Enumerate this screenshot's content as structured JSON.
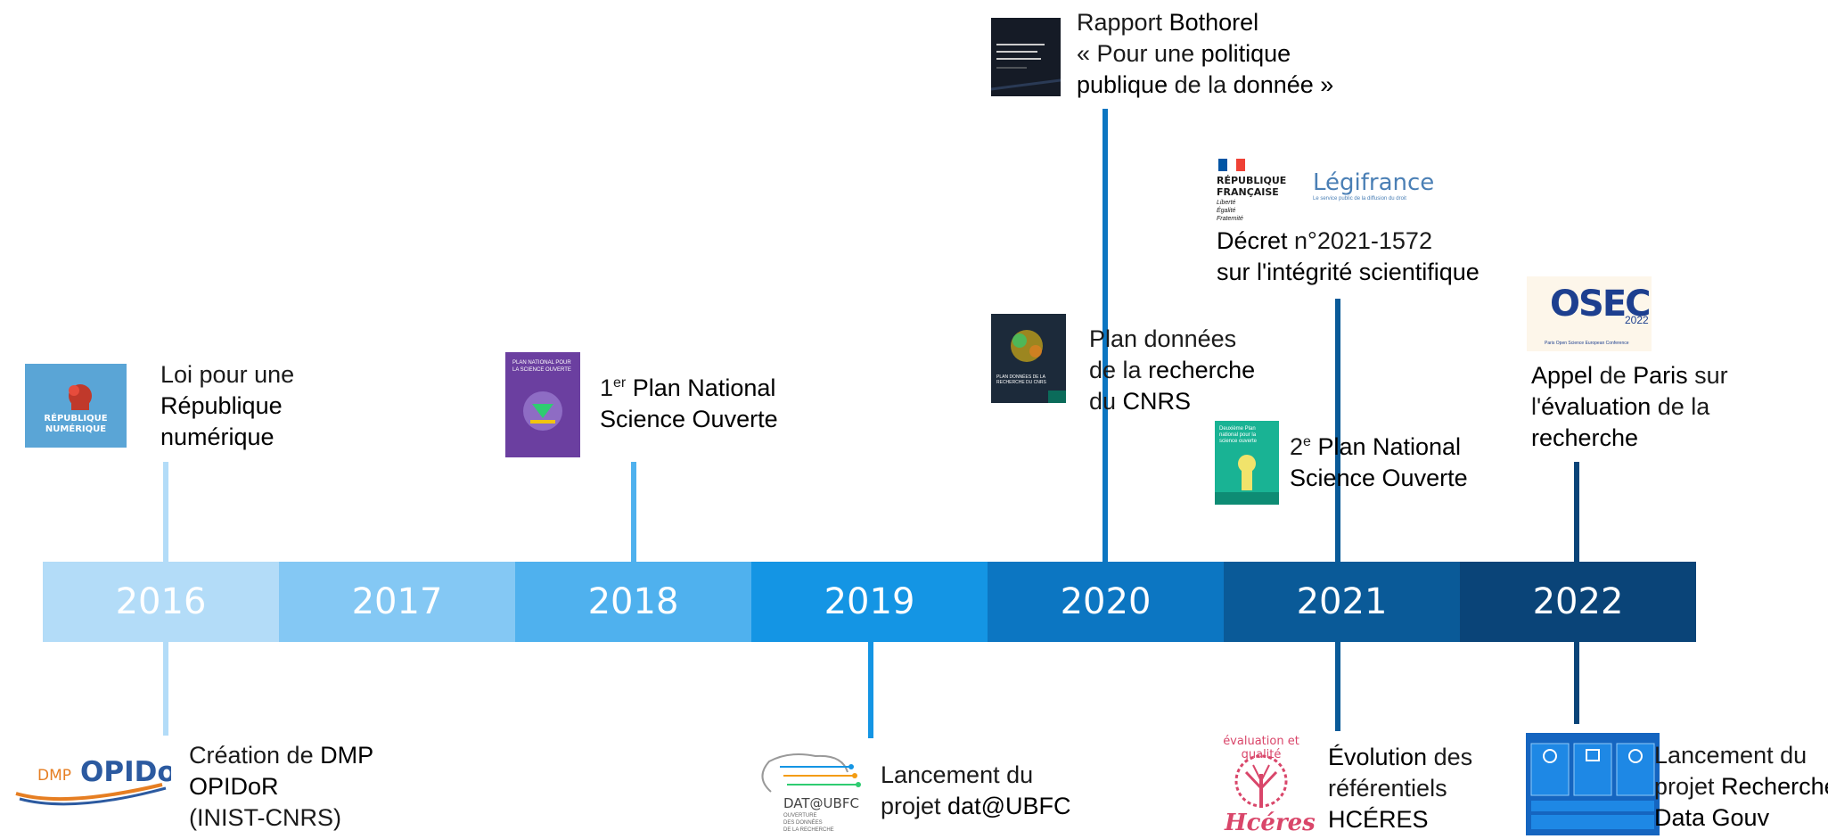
{
  "timeline": {
    "years": [
      {
        "label": "2016",
        "color": "#b3dcf8"
      },
      {
        "label": "2017",
        "color": "#84c8f4"
      },
      {
        "label": "2018",
        "color": "#4fb1ee"
      },
      {
        "label": "2019",
        "color": "#1495e4"
      },
      {
        "label": "2020",
        "color": "#0c76c2"
      },
      {
        "label": "2021",
        "color": "#0a5a98"
      },
      {
        "label": "2022",
        "color": "#0a4478"
      }
    ]
  },
  "events": {
    "e2016_top": {
      "line1": "Loi pour une",
      "line2": "République",
      "line3": "numérique",
      "logo_text": "RÉPUBLIQUE NUMÉRIQUE"
    },
    "e2016_bottom": {
      "line1_a": "Création de ",
      "line1_b": "DMP",
      "line2": "OPIDoR",
      "line3": "(INIST-CNRS)",
      "logo_text_small": "DMP",
      "logo_text_big": "OPIDoR"
    },
    "e2018_top": {
      "prefix": "1",
      "sup": "er",
      "line1_b": " Plan National",
      "line2": "Science Ouverte",
      "cover_text": "PLAN NATIONAL POUR LA SCIENCE OUVERTE"
    },
    "e2019_bottom": {
      "line1": "Lancement du",
      "line2_a": "projet ",
      "line2_b": "dat@UBFC",
      "logo_text": "DAT@UBFC",
      "logo_sub1": "OUVERTURE",
      "logo_sub2": "DES DONNÉES",
      "logo_sub3": "DE LA RECHERCHE"
    },
    "e2020_top": {
      "line1_a": "Rapport ",
      "line1_b": "Bothorel",
      "line2_a": "« Pour une ",
      "line2_b": "politique",
      "line3_a": "publique",
      "line3_b": " de la ",
      "line3_c": "donnée »"
    },
    "e2020_mid": {
      "line1": "Plan données",
      "line2_a": "de la ",
      "line2_b": "recherche",
      "line3_a": "du ",
      "line3_b": "CNRS",
      "cover_text": "PLAN DONNÉES DE LA RECHERCHE DU CNRS"
    },
    "e2021_top": {
      "rf_line1": "RÉPUBLIQUE",
      "rf_line2": "FRANÇAISE",
      "rf_motto1": "Liberté",
      "rf_motto2": "Égalité",
      "rf_motto3": "Fraternité",
      "legifrance": "Légifrance",
      "legifrance_sub": "Le service public de la diffusion du droit",
      "line1_a": "Décret",
      "line1_b": " n°2021-1572",
      "line2": "sur l'intégrité scientifique"
    },
    "e2021_mid": {
      "prefix": "2",
      "sup": "e",
      "line1_b": " Plan National",
      "line2": "Science Ouverte",
      "cover_text": "Deuxième Plan national pour la science ouverte"
    },
    "e2021_bottom": {
      "line1_a": "Évolution",
      "line1_b": " des",
      "line2": "référentiels",
      "line3": "HCÉRES",
      "logo_arc": "évaluation et qualité",
      "logo_word": "Hcéres"
    },
    "e2022_top": {
      "line1_a": "Appel",
      "line1_b": " de ",
      "line1_c": "Paris",
      "line1_d": " sur",
      "line2_a": "l'",
      "line2_b": "évaluation",
      "line2_c": " de la",
      "line3": "recherche",
      "logo_text": "OSEC",
      "logo_year": "2022",
      "logo_sub": "Paris Open Science European Conference"
    },
    "e2022_bottom": {
      "line1": "Lancement du",
      "line2_a": "projet ",
      "line2_b": "Recherche",
      "line3": "Data Gouv"
    }
  }
}
